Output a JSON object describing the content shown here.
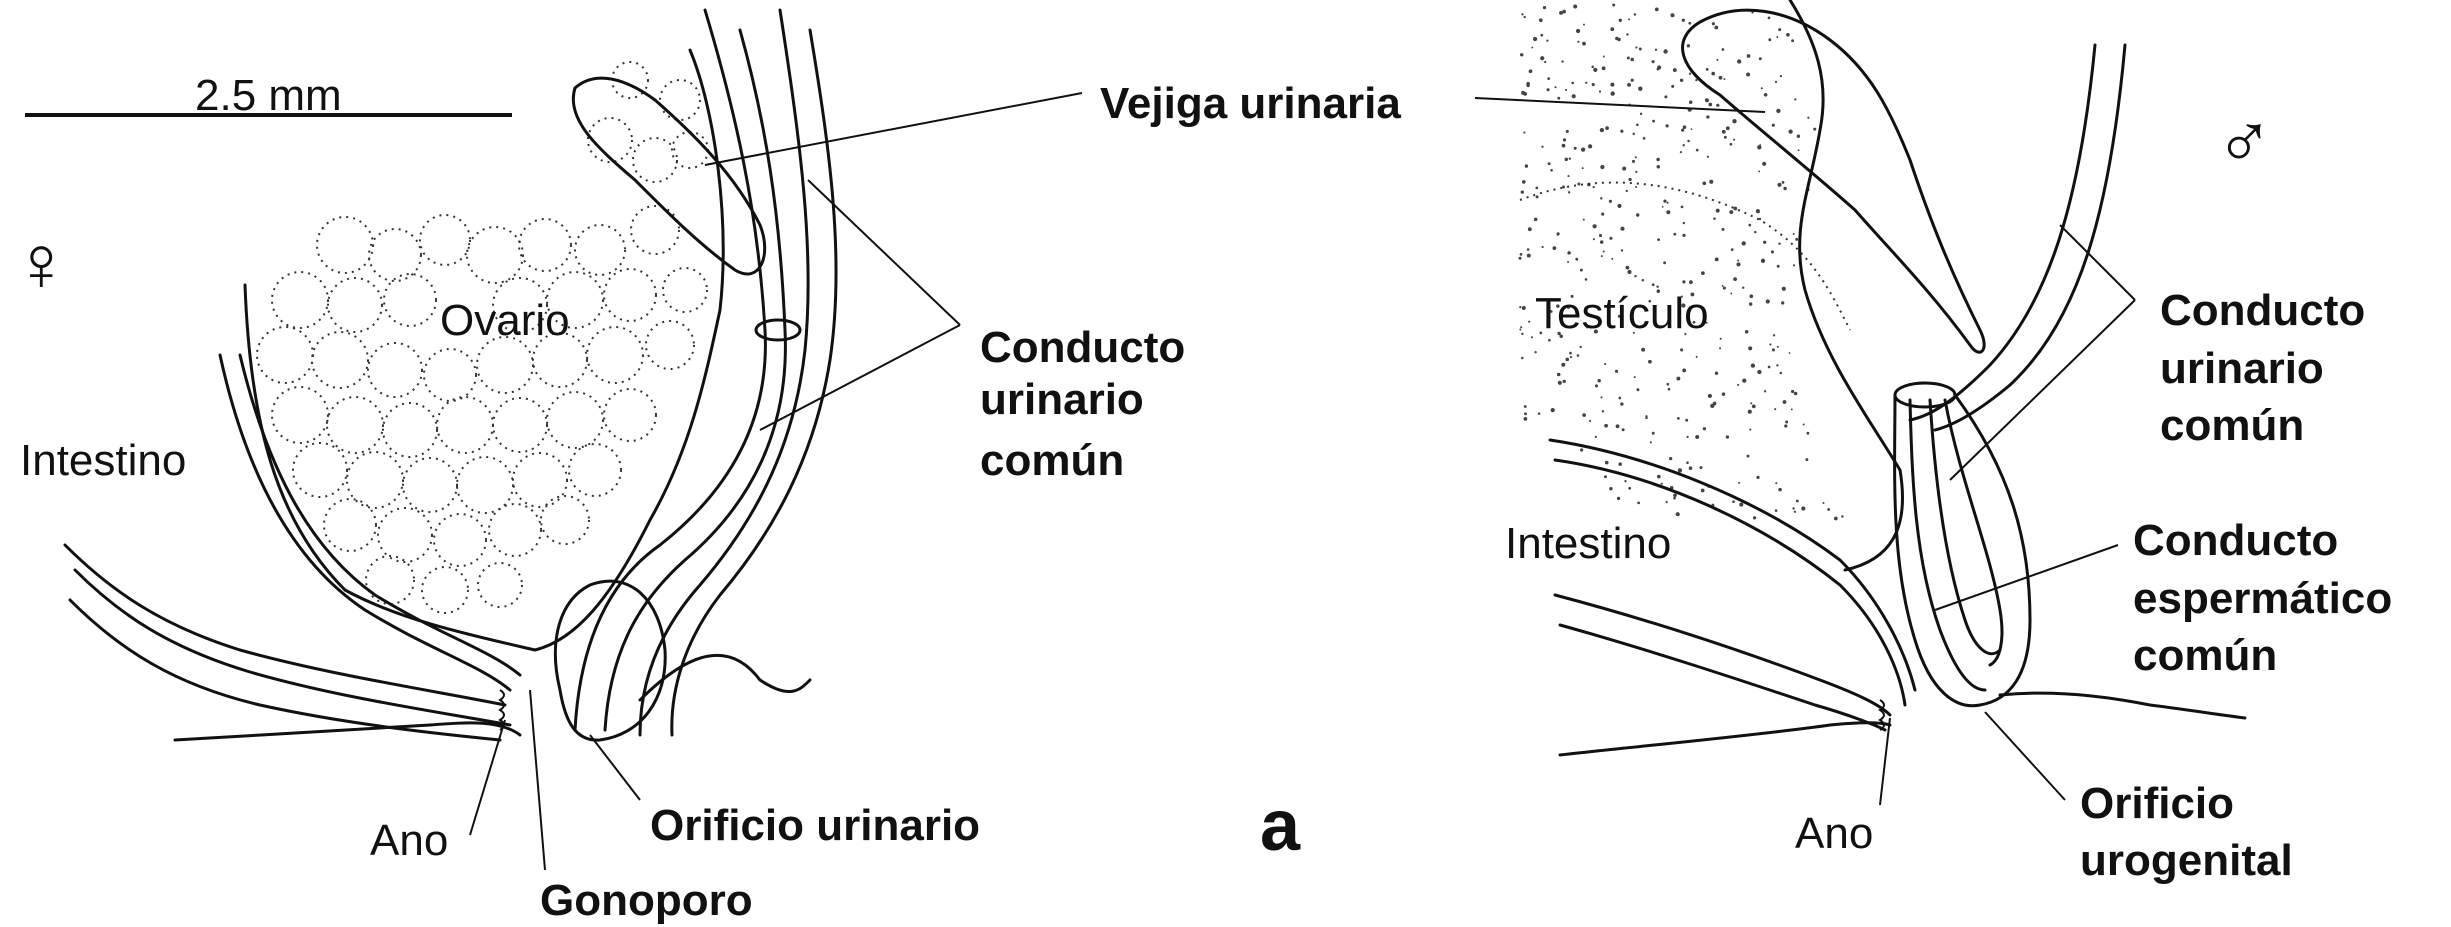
{
  "panel_label": "a",
  "scale_bar": {
    "label": "2.5 mm"
  },
  "female": {
    "symbol": "♀",
    "labels": {
      "ovary": "Ovario",
      "intestine": "Intestino",
      "bladder": "Vejiga urinaria",
      "common_urinary_duct": [
        "Conducto",
        "urinario",
        "común"
      ],
      "anus": "Ano",
      "urinary_orifice": "Orificio urinario",
      "gonopore": "Gonoporo"
    }
  },
  "male": {
    "symbol": "♂",
    "labels": {
      "testis": "Testículo",
      "intestine": "Intestino",
      "common_urinary_duct": [
        "Conducto",
        "urinario",
        "común"
      ],
      "common_sperm_duct": [
        "Conducto",
        "espermático",
        "común"
      ],
      "anus": "Ano",
      "urogenital_orifice": [
        "Orificio",
        "urogenital"
      ]
    }
  }
}
